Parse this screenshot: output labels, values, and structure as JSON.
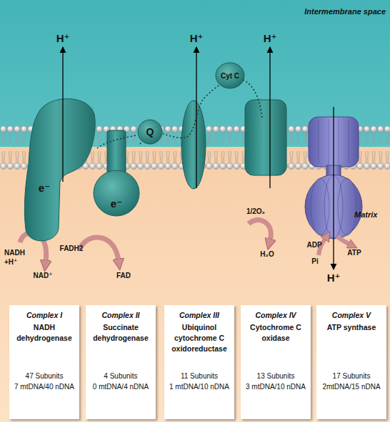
{
  "diagram": {
    "nodes": [
      {
        "text": [
          "e⁻"
        ]
      },
      {
        "text": [
          "e⁻"
        ]
      },
      {
        "text": [
          "Q"
        ]
      },
      {
        "text": [
          "Cyt C"
        ]
      },
      {
        "text": [
          "Complex I",
          "NADH dehydrogenase",
          "47 Subunits",
          "7 mtDNA/40 nDNA"
        ]
      },
      {
        "text": [
          "Complex II",
          "Succinate dehydrogenase",
          "4 Subunits",
          "0 mtDNA/4 nDNA"
        ]
      },
      {
        "text": [
          "Complex III",
          "Ubiquinol cytochrome C oxidoreductase",
          "11 Subunits",
          "1 mtDNA/10 nDNA"
        ]
      },
      {
        "text": [
          "Complex IV",
          "Cytochrome C oxidase",
          "13 Subunits",
          "3 mtDNA/10 nDNA"
        ]
      },
      {
        "text": [
          "Complex V",
          "ATP synthase",
          "17 Subunits",
          "2mtDNA/15 nDNA"
        ]
      }
    ],
    "edges": [
      {
        "from": 0,
        "to": 2,
        "arrow": "none"
      },
      {
        "from": 1,
        "to": 2,
        "arrow": "none"
      },
      {
        "from": 2,
        "to": 3,
        "arrow": "none"
      }
    ],
    "labels": [
      "Intermembrane space",
      "H⁺",
      "H⁺",
      "H⁺",
      "NADH +H⁺",
      "NAD⁺",
      "FADH2",
      "FAD",
      "1/2O₂",
      "H₂O",
      "Matrix",
      "ADP",
      "Pi",
      "ATP",
      "H⁺"
    ]
  }
}
